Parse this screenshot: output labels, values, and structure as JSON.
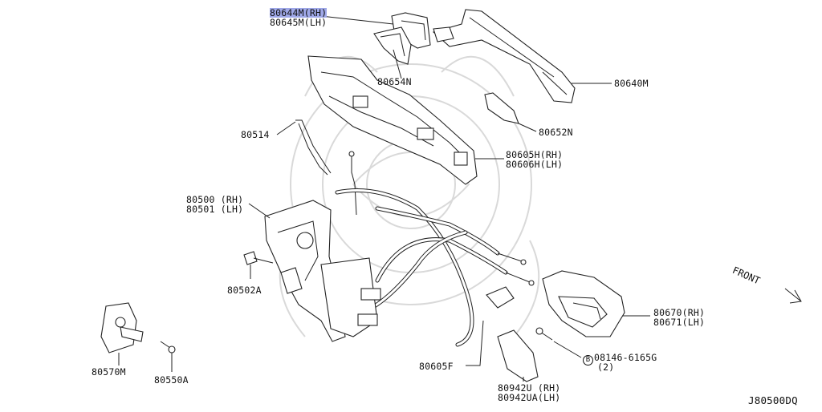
{
  "labels": {
    "p80644m": "80644M(RH)",
    "p80645m": "80645M(LH)",
    "p80654n": "80654N",
    "p80640m": "80640M",
    "p80652n": "80652N",
    "p80514": "80514",
    "p80605h": "80605H(RH)",
    "p80606h": "80606H(LH)",
    "p80500": "80500 (RH)",
    "p80501": "80501 (LH)",
    "p80502a": "80502A",
    "p80670": "80670(RH)",
    "p80671": "80671(LH)",
    "p08146_circle": "B",
    "p08146": "08146-6165G",
    "p08146_qty": "(2)",
    "p80605f": "80605F",
    "p80942u": "80942U (RH)",
    "p80942ua": "80942UA(LH)",
    "p80570m": "80570M",
    "p80550a": "80550A",
    "front": "FRONT",
    "drawing_id": "J80500DQ"
  },
  "colors": {
    "highlight": "#9fa8e8",
    "line": "#222222",
    "watermark": "#d9d9d9"
  }
}
